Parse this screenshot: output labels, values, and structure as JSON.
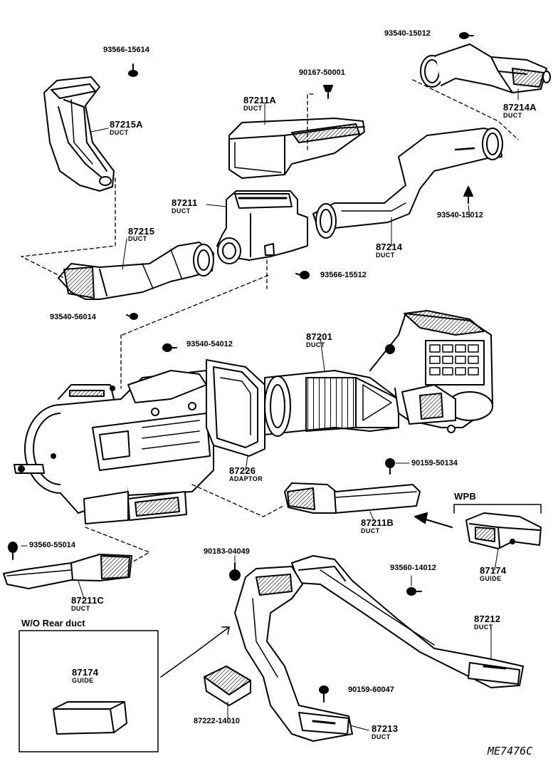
{
  "parts": [
    {
      "id": "p93566_15614",
      "number": "93566-15614"
    },
    {
      "id": "p87215A",
      "number": "87215A",
      "name": "DUCT"
    },
    {
      "id": "p90167_50001",
      "number": "90167-50001"
    },
    {
      "id": "p87211A",
      "number": "87211A",
      "name": "DUCT"
    },
    {
      "id": "p93540_15012_top",
      "number": "93540-15012"
    },
    {
      "id": "p87214A",
      "number": "87214A",
      "name": "DUCT"
    },
    {
      "id": "p87211",
      "number": "87211",
      "name": "DUCT"
    },
    {
      "id": "p93540_15012_mid",
      "number": "93540-15012"
    },
    {
      "id": "p87215",
      "number": "87215",
      "name": "DUCT"
    },
    {
      "id": "p87214",
      "number": "87214",
      "name": "DUCT"
    },
    {
      "id": "p93566_15512",
      "number": "93566-15512"
    },
    {
      "id": "p93540_56014",
      "number": "93540-56014"
    },
    {
      "id": "p93540_54012",
      "number": "93540-54012"
    },
    {
      "id": "p87201",
      "number": "87201",
      "name": "DUCT"
    },
    {
      "id": "p90159_50134",
      "number": "90159-50134"
    },
    {
      "id": "p87226",
      "number": "87226",
      "name": "ADAPTOR"
    },
    {
      "id": "p87211B",
      "number": "87211B",
      "name": "DUCT"
    },
    {
      "id": "p87174_wpb",
      "number": "87174",
      "name": "GUIDE"
    },
    {
      "id": "p93560_55014",
      "number": "93560-55014"
    },
    {
      "id": "p87211C",
      "number": "87211C",
      "name": "DUCT"
    },
    {
      "id": "p90183_04049",
      "number": "90183-04049"
    },
    {
      "id": "p93560_14012",
      "number": "93560-14012"
    },
    {
      "id": "p87212",
      "number": "87212",
      "name": "DUCT"
    },
    {
      "id": "p87174_box",
      "number": "87174",
      "name": "GUIDE"
    },
    {
      "id": "p90159_60047",
      "number": "90159-60047"
    },
    {
      "id": "p87222_14010",
      "number": "87222-14010"
    },
    {
      "id": "p87213",
      "number": "87213",
      "name": "DUCT"
    }
  ],
  "wpb_label": "WPB",
  "wo_rear_box": {
    "title": "W/O Rear duct"
  },
  "diagram_code": "ME7476C"
}
